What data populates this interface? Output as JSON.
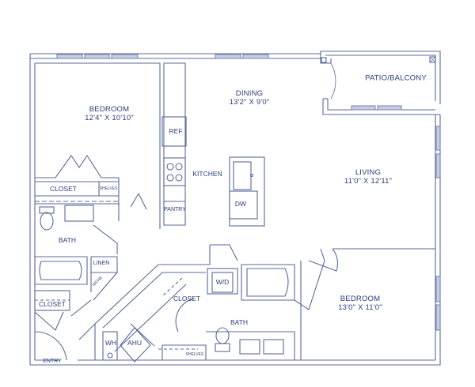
{
  "floorplan": {
    "colors": {
      "wall": "#5a6a9c",
      "window": "#7d8ab5",
      "text": "#2a3d7a",
      "background": "#ffffff"
    },
    "rooms": [
      {
        "id": "bedroom-1",
        "name": "BEDROOM",
        "dimensions": "12'4\" X 10'10\""
      },
      {
        "id": "dining",
        "name": "DINING",
        "dimensions": "13'2\" X 9'0\""
      },
      {
        "id": "patio",
        "name": "PATIO/BALCONY"
      },
      {
        "id": "living",
        "name": "LIVING",
        "dimensions": "11'0\" X 12'11\""
      },
      {
        "id": "bedroom-2",
        "name": "BEDROOM",
        "dimensions": "13'0\" X 11'0\""
      }
    ],
    "labels": {
      "ref": "REF",
      "kitchen": "KITCHEN",
      "pantry": "PANTRY",
      "dw": "DW",
      "closet_1": "CLOSET",
      "shelves_1": "SHELVES",
      "bath_1": "BATH",
      "linen": "LINEN",
      "niche": "NICHE",
      "closet_2": "CLOSET",
      "entry": "ENTRY",
      "wh": "WH",
      "ahu": "AHU",
      "wd": "W/D",
      "closet_3": "CLOSET",
      "bath_2": "BATH",
      "shelves_2": "SHELVES"
    }
  }
}
